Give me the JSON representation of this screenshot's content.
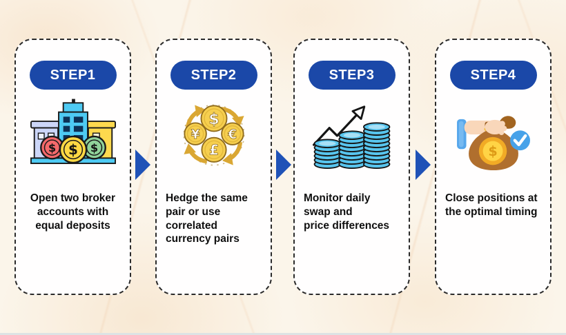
{
  "colors": {
    "badge_blue": "#1b48a8",
    "arrow_blue": "#1f52b7",
    "card_background": "#fffefe",
    "card_border": "#2a2a2a",
    "text": "#0f0f0f",
    "background_cream": "#fbf5ea"
  },
  "connectors": {
    "icon": "triangle-right-arrow",
    "count": 3
  },
  "steps": [
    {
      "badge": "STEP1",
      "icon": "buildings-coins-icon",
      "align": "center",
      "lines": [
        "Open two broker",
        "accounts with",
        "equal deposits"
      ]
    },
    {
      "badge": "STEP2",
      "icon": "currency-exchange-icon",
      "align": "left",
      "lines": [
        "Hedge the same",
        "pair or use",
        "correlated",
        "currency pairs"
      ]
    },
    {
      "badge": "STEP3",
      "icon": "coin-stacks-growth-icon",
      "align": "left",
      "lines": [
        "Monitor daily",
        "swap and",
        "price differences"
      ]
    },
    {
      "badge": "STEP4",
      "icon": "hand-moneybag-check-icon",
      "align": "left",
      "lines": [
        "Close positions at",
        "the optimal timing"
      ]
    }
  ]
}
